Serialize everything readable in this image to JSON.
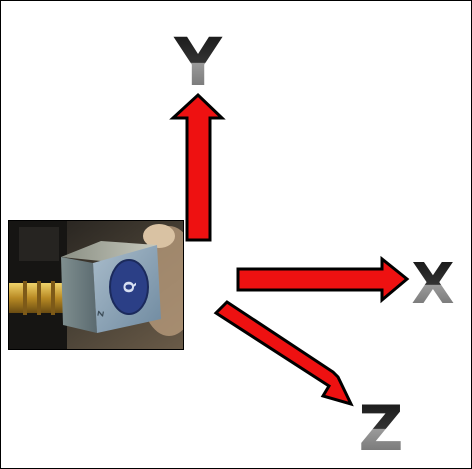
{
  "diagram": {
    "axes": [
      {
        "id": "y",
        "label": "Y",
        "direction": "up"
      },
      {
        "id": "x",
        "label": "X",
        "direction": "right"
      },
      {
        "id": "z",
        "label": "Z",
        "direction": "down-right"
      }
    ],
    "arrow_fill": "#ee1111",
    "arrow_stroke": "#000000",
    "label_fill_dark": "#111111",
    "label_fill_light": "#888888",
    "photo": {
      "subject": "accelerometer-sensor",
      "body_color": "#7d9bb3",
      "badge_color": "#2b3f86",
      "connector_color": "#c9a53b"
    }
  }
}
